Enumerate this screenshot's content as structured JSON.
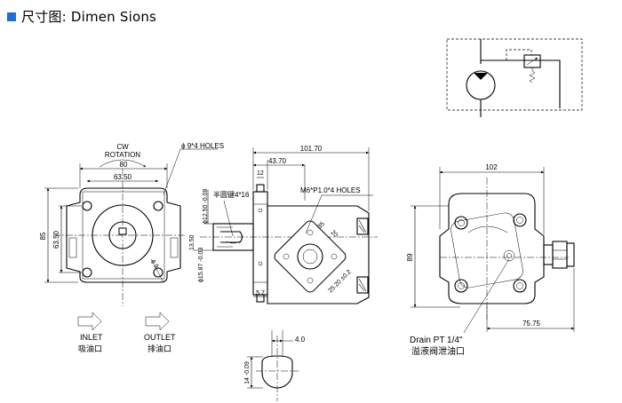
{
  "title": "尺寸图: Dimen Sions",
  "colors": {
    "accent": "#1f6fd0"
  },
  "front_view": {
    "rotation_label_1": "CW",
    "rotation_label_2": "ROTATION",
    "holes": "ϕ 9*4 HOLES",
    "dim_80": "80",
    "dim_63_50_top": "63.50",
    "dim_85": "85",
    "dim_63_50_side": "63.50",
    "dim_phi9": "ϕ 9"
  },
  "side_view": {
    "dim_101_70": "101.70",
    "dim_43_70": "43.70",
    "dim_12": "12",
    "dim_5_7": "5.7",
    "dim_key": "ϕ12.50 -0.08",
    "dim_13_50": "13.50",
    "dim_phi_shaft": "ϕ15.87 -0.03",
    "half_key": "半圆键4*16",
    "m6_holes": "M6*P1.0*4 HOLES",
    "dim_35": "35",
    "dim_25_20": "25.20 ±0.2",
    "dim_20": "20"
  },
  "shaft_detail": {
    "dim_4_0": "4.0",
    "dim_14": "14 -0.09"
  },
  "rear_view": {
    "dim_102": "102",
    "dim_89": "89",
    "dim_75_75": "75.75",
    "drain_en": "Drain PT 1/4\"",
    "drain_cn": "溢液阀泄油口"
  },
  "flow": {
    "inlet_en": "INLET",
    "inlet_cn": "吸油口",
    "outlet_en": "OUTLET",
    "outlet_cn": "排油口"
  },
  "icons": [
    "title-square-icon",
    "pump-symbol-icon",
    "relief-valve-icon",
    "inlet-arrow-icon",
    "outlet-arrow-icon"
  ]
}
